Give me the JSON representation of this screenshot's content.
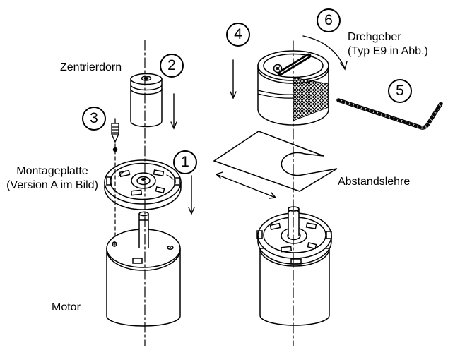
{
  "diagram": {
    "kind": "exploded-assembly-drawing",
    "colors": {
      "line": "#000000",
      "background": "#ffffff"
    }
  },
  "labels": {
    "zentrierdorn": "Zentrierdorn",
    "montageplatte_line1": "Montageplatte",
    "montageplatte_line2": "(Version A im Bild)",
    "motor": "Motor",
    "drehgeber_line1": "Drehgeber",
    "drehgeber_line2": "(Typ E9 in Abb.)",
    "abstandslehre": "Abstandslehre"
  },
  "steps": [
    "1",
    "2",
    "3",
    "4",
    "5",
    "6"
  ]
}
